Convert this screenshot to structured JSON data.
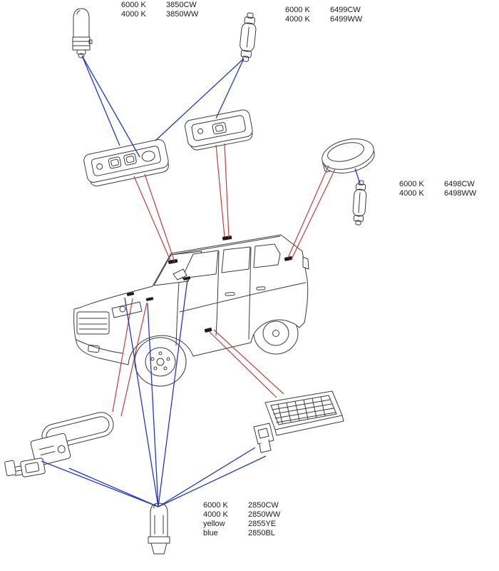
{
  "colors": {
    "bulb_link_line": "#2237c8",
    "location_link_line": "#c43d3d",
    "line_art": "#3a3a3a",
    "mark": "#1c1c1c"
  },
  "figures": {
    "car": "suv-three-quarter-front-left-line-drawing",
    "bulb_bayonet": "miniature-bayonet-bulb-icon",
    "bulb_festoon_large": "festoon-bulb-icon",
    "bulb_festoon_small": "festoon-bulb-icon",
    "bulb_wedge": "wedge-base-bulb-icon",
    "fixture_dome_front": "interior-dome-lamp-unit",
    "fixture_dome_rear": "interior-dome-lamp-unit",
    "fixture_oval": "oval-reading-lamp",
    "fixture_footwell": "footwell-lamp-module",
    "fixture_courtesy": "courtesy-lamp-with-lens"
  },
  "labels": {
    "bayonet": {
      "rows": [
        {
          "variant": "6000 K",
          "part": "3850CW"
        },
        {
          "variant": "4000 K",
          "part": "3850WW"
        }
      ]
    },
    "festoon_large": {
      "rows": [
        {
          "variant": "6000 K",
          "part": "6499CW"
        },
        {
          "variant": "4000 K",
          "part": "6499WW"
        }
      ]
    },
    "festoon_small": {
      "rows": [
        {
          "variant": "6000 K",
          "part": "6498CW"
        },
        {
          "variant": "4000 K",
          "part": "6498WW"
        }
      ]
    },
    "wedge": {
      "rows": [
        {
          "variant": "6000 K",
          "part": "2850CW"
        },
        {
          "variant": "4000 K",
          "part": "2850WW"
        },
        {
          "variant": "yellow",
          "part": "2855YE"
        },
        {
          "variant": "blue",
          "part": "2850BL"
        }
      ]
    }
  }
}
